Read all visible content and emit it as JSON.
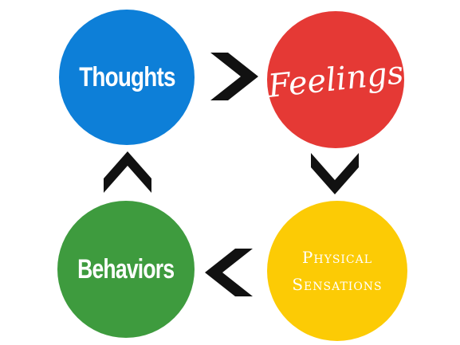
{
  "nodes": {
    "thoughts": {
      "label": "Thoughts",
      "color": "#0d7fd8"
    },
    "feelings": {
      "label": "Feelings",
      "color": "#e53935"
    },
    "behaviors": {
      "label": "Behaviors",
      "color": "#3e9b3e"
    },
    "physical": {
      "label_line1": "Physical",
      "label_line2": "Sensations",
      "color": "#fccb05"
    }
  },
  "arrows": [
    {
      "from": "Thoughts",
      "to": "Feelings",
      "icon": "chevron-right-icon"
    },
    {
      "from": "Feelings",
      "to": "Physical Sensations",
      "icon": "chevron-down-icon"
    },
    {
      "from": "Physical Sensations",
      "to": "Behaviors",
      "icon": "chevron-left-icon"
    },
    {
      "from": "Behaviors",
      "to": "Thoughts",
      "icon": "chevron-up-icon"
    }
  ],
  "arrow_color": "#111111"
}
